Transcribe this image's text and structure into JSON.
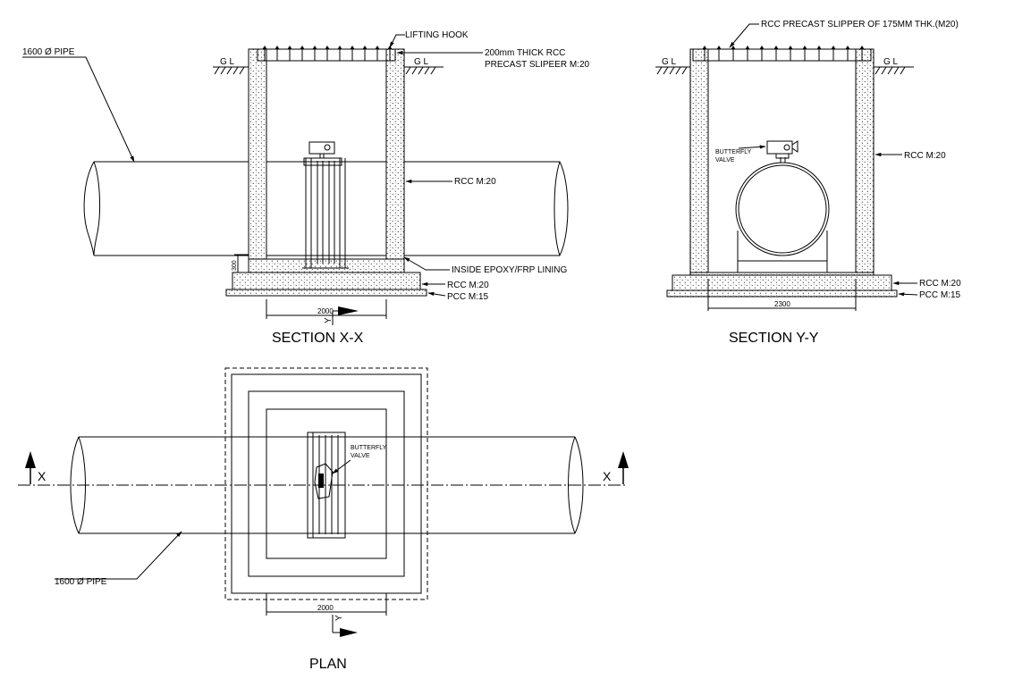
{
  "section_xx": {
    "title": "SECTION X-X",
    "pipe_label": "1600 Ø PIPE",
    "lifting_hook": "LIFTING HOOK",
    "slipper_line1": "200mm THICK RCC",
    "slipper_line2": "PRECAST SLIPEER M:20",
    "gl_left": "G L",
    "gl_right": "G L",
    "wall_label": "RCC M:20",
    "lining_label": "INSIDE EPOXY/FRP LINING",
    "base_rcc": "RCC M:20",
    "base_pcc": "PCC M:15",
    "dim_width": "2000",
    "dim_height": "300",
    "y_marker": "Y"
  },
  "section_yy": {
    "title": "SECTION Y-Y",
    "slipper_label": "RCC PRECAST SLIPPER OF 175MM THK.(M20)",
    "gl_left": "G L",
    "gl_right": "G L",
    "valve_line1": "BUTTERFLY",
    "valve_line2": "VALVE",
    "wall_label": "RCC M:20",
    "base_rcc": "RCC M:20",
    "base_pcc": "PCC M:15",
    "dim_width": "2300"
  },
  "plan": {
    "title": "PLAN",
    "pipe_label": "1600 Ø PIPE",
    "valve_line1": "BUTTERFLY",
    "valve_line2": "VALVE",
    "x_left": "X",
    "x_right": "X",
    "dim_width": "2000",
    "y_marker": "Y"
  }
}
